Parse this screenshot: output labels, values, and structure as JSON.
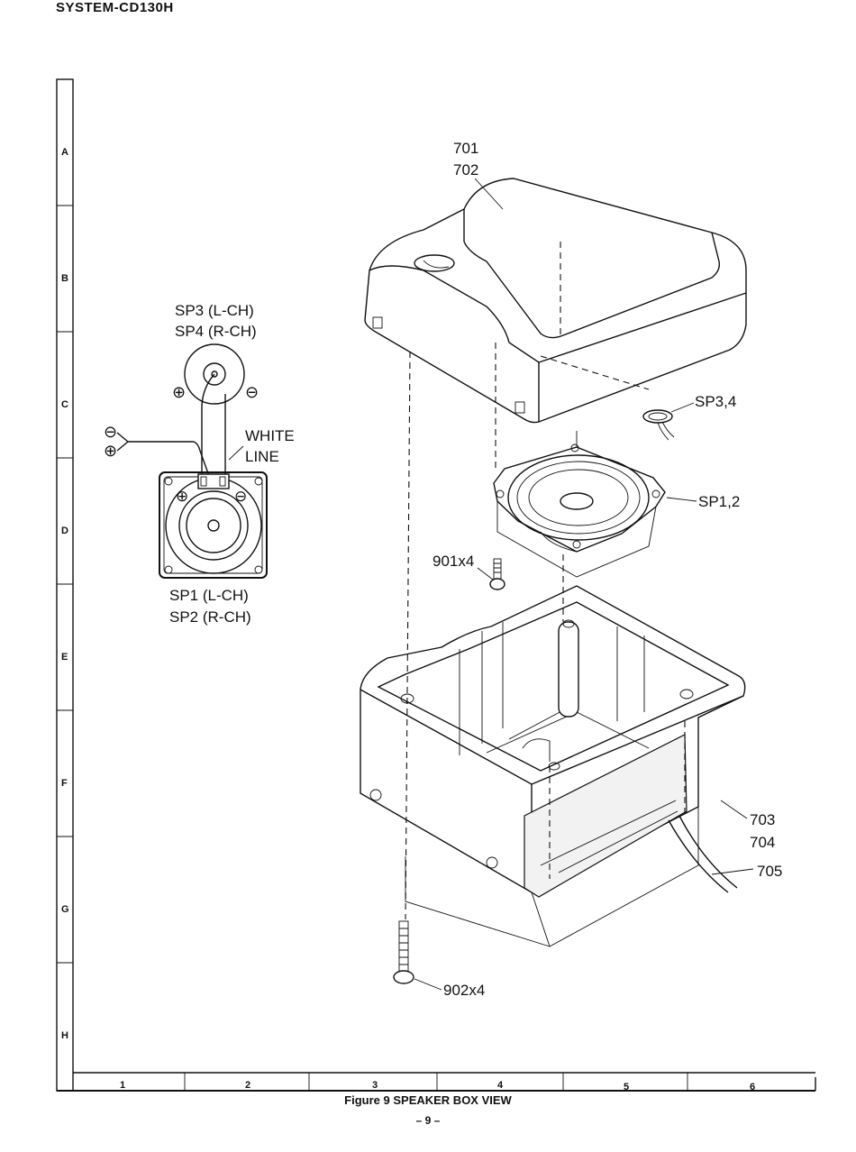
{
  "header": {
    "model": "SYSTEM-CD130H"
  },
  "frame": {
    "row_labels": [
      "A",
      "B",
      "C",
      "D",
      "E",
      "F",
      "G",
      "H"
    ],
    "col_labels": [
      "1",
      "2",
      "3",
      "4",
      "5",
      "6"
    ]
  },
  "wiring": {
    "tweeter_label_1": "SP3 (L-CH)",
    "tweeter_label_2": "SP4 (R-CH)",
    "woofer_label_1": "SP1 (L-CH)",
    "woofer_label_2": "SP2 (R-CH)",
    "white_line_1": "WHITE",
    "white_line_2": "LINE",
    "plus_symbol": "⊕",
    "minus_symbol": "⊖"
  },
  "parts": {
    "p701": "701",
    "p702": "702",
    "sp34": "SP3,4",
    "sp12": "SP1,2",
    "p901": "901x4",
    "p703": "703",
    "p704": "704",
    "p705": "705",
    "p902": "902x4"
  },
  "caption": "Figure 9 SPEAKER BOX VIEW",
  "page_number": "– 9 –"
}
